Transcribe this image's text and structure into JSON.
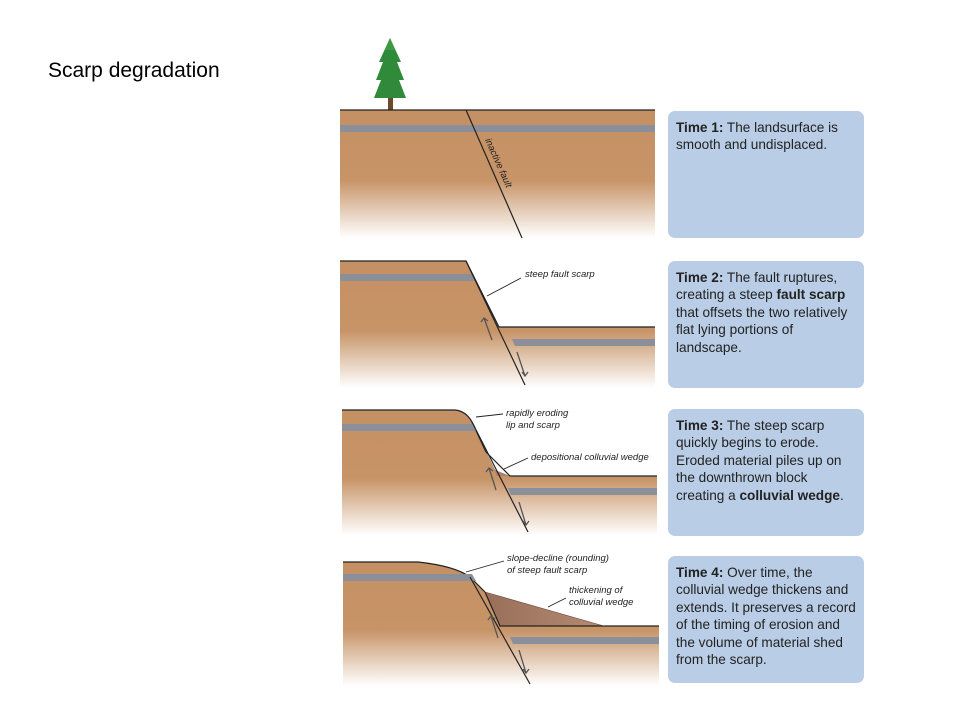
{
  "slide": {
    "title": "Scarp degradation"
  },
  "colors": {
    "earth": "#c49064",
    "layer": "#8a8f99",
    "wedge": "#a8806c",
    "caption_bg": "#b9cde6",
    "tree": "#2f8a3a"
  },
  "panels": [
    {
      "time_label": "Time 1:",
      "text_parts": [
        "The landsurface is smooth and undisplaced."
      ],
      "bold_terms": [],
      "annotations": [
        "inactive fault"
      ]
    },
    {
      "time_label": "Time 2:",
      "text_parts": [
        "The fault ruptures, creating a steep ",
        "that offsets the two relatively flat lying portions of landscape."
      ],
      "bold_terms": [
        "fault scarp"
      ],
      "annotations": [
        "steep fault scarp"
      ]
    },
    {
      "time_label": "Time 3:",
      "text_parts": [
        "The steep scarp quickly begins to erode. Eroded material piles up on the downthrown block creating a ",
        "."
      ],
      "bold_terms": [
        "colluvial wedge"
      ],
      "annotations": [
        "rapidly eroding",
        "lip and scarp",
        "depositional colluvial wedge"
      ]
    },
    {
      "time_label": "Time 4:",
      "text_parts": [
        "Over time, the colluvial wedge thickens and extends.  It preserves a record of the timing of erosion and the volume of material shed from the scarp."
      ],
      "bold_terms": [],
      "annotations": [
        "slope-decline (rounding)",
        "of steep fault scarp",
        "thickening of",
        "colluvial wedge"
      ]
    }
  ]
}
